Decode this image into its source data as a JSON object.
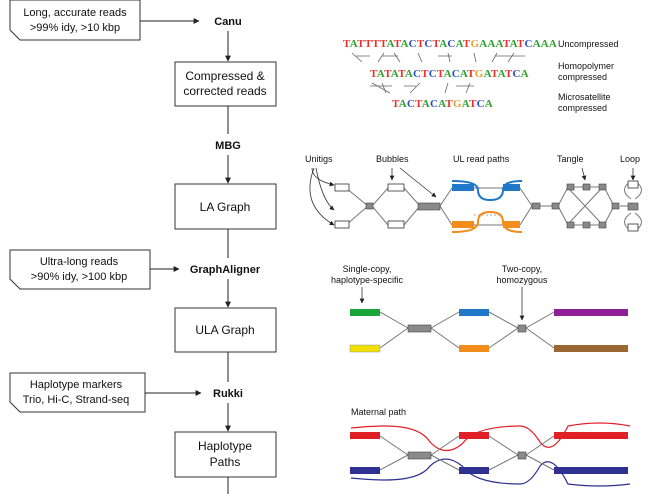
{
  "colors": {
    "line": "#555555",
    "node": "#8a8a8a",
    "A": "#2ca02c",
    "T": "#e8312a",
    "C": "#2b4fc7",
    "G": "#e8a02a",
    "blue": "#1f78c8",
    "orange": "#f28c1a",
    "green": "#1aa53b",
    "yellow": "#f0e000",
    "purple": "#8e1f96",
    "brown": "#9a6634",
    "red": "#e01f26",
    "navy": "#2e3192"
  },
  "inputs": [
    {
      "line1": "Long, accurate reads",
      "line2": ">99% idy, >10 kbp"
    },
    {
      "line1": "Ultra-long reads",
      "line2": ">90% idy, >100 kbp"
    },
    {
      "line1": "Haplotype markers",
      "line2": "Trio, Hi-C, Strand-seq"
    }
  ],
  "tools": [
    "Canu",
    "MBG",
    "GraphAligner",
    "Rukki"
  ],
  "outputs": [
    {
      "line1": "Compressed &",
      "line2": "corrected reads"
    },
    {
      "line1": "LA Graph",
      "line2": ""
    },
    {
      "line1": "ULA Graph",
      "line2": ""
    },
    {
      "line1": "Haplotype",
      "line2": "Paths"
    }
  ],
  "sequences": [
    {
      "seq": "TATTTTATACTCTACATGAAATATCAAA",
      "label1": "Uncompressed",
      "label2": ""
    },
    {
      "seq": "TATATACTCTACATGATATCA",
      "label1": "Homopolymer",
      "label2": "compressed"
    },
    {
      "seq": "TACTACATGATCA",
      "label1": "Microsatellite",
      "label2": "compressed"
    }
  ],
  "graph_labels": {
    "unitigs": "Unitigs",
    "bubbles": "Bubbles",
    "ul_read_paths": "UL read paths",
    "tangle": "Tangle",
    "loop": "Loop"
  },
  "copy_labels": {
    "single_1": "Single-copy,",
    "single_2": "haplotype-specific",
    "two_1": "Two-copy,",
    "two_2": "homozygous"
  },
  "maternal_label": "Maternal path"
}
